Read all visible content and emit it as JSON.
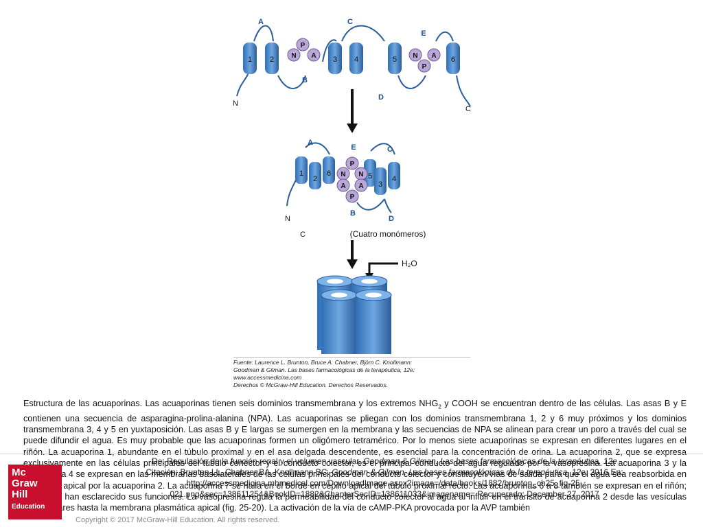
{
  "diagram": {
    "labels_top": [
      "A",
      "C",
      "E",
      "B",
      "D",
      "N",
      "C"
    ],
    "helix_numbers": [
      "1",
      "2",
      "3",
      "4",
      "5",
      "6"
    ],
    "npa_top_left": [
      "N",
      "P",
      "A"
    ],
    "npa_top_right": [
      "N",
      "P",
      "A"
    ],
    "mid_labels": [
      "A",
      "E",
      "C",
      "N",
      "B",
      "D",
      "C"
    ],
    "mid_helix_numbers": [
      "1",
      "2",
      "6",
      "5",
      "3",
      "4"
    ],
    "mid_npa": [
      "P",
      "N",
      "N",
      "A",
      "A",
      "P"
    ],
    "monomers_label": "(Cuatro monómeros)",
    "water_label": "H₂O"
  },
  "source": {
    "line1": "Fuente: Laurence L. Brunton, Bruce A. Chabner, Björn C. Knollmann:",
    "line2": "Goodman & Gilman. Las bases farmacológicas de la terapéutica, 12e:",
    "line3": "www.accessmedicina.com",
    "line4": "Derechos © McGraw-Hill Education. Derechos Reservados."
  },
  "caption": {
    "part1": "Estructura de las acuaporinas. Las acuaporinas tienen seis dominios transmembrana y los extremos NHG",
    "sub": "2",
    "part2": " y COOH se encuentran dentro de las células. Las asas B y E contienen una secuencia de asparagina-prolina-alanina (NPA). Las acuaporinas se pliegan con los dominios transmembrana 1, 2 y 6 muy próximos y los dominios transmembrana 3, 4 y 5 en yuxtaposición. Las asas B y E largas se sumergen en la membrana y las secuencias de NPA se alinean para crear un poro a través del cual se puede difundir el agua. Es muy probable que las acuaporinas formen un oligómero tetramérico. Por lo menos siete acuaporinas se expresan en diferentes lugares en el riñón. La acuaporina 1, abundante en el túbulo proximal y en el asa delgada descendente, es esencial para la concentración de orina. La acuaporina 2, que se expresa exclusivamente en las células principales del túbulo conector y el conducto colector, es el principal conducto del agua regulado por la vasopresina. La acuaporina 3 y la acuaporina 4 se expresan en las membranas basolaterales de las células principales del conducto colector y constituyen vías de salida para que el agua sea reabsorbida en la porción apical por la acuaporina 2. La acuaporina 7 se halla en el borde en cepillo apical del túbulo proximal recto. Las acuaporinas 6 a 8 también se expresan en el riñón; aún no se han esclarecido sus funciones. La vasopresina regula la permeabilidad del conducto colector al agua al influir en el tránsito de acuaporina 2 desde las vesículas intercelulares hasta la membrana plasmática apical (fig. 25-20). La activación de la vía de cAMP-PKA provocada por la AVP también"
  },
  "citation": {
    "line1_a": "De: Regulación de la función renal y el volumen vascular, ",
    "line1_b": "Goodman & Gilman. Las bases farmacológicas de la terapéutica, 12e",
    "line2_a": "Citación: Brunton LL, Chabner BA, Knollmann BC. ",
    "line2_b": "Goodman & Gilman. Las bases farmacológicas de la terapéutica, 12e;",
    "line2_c": " 2016 En:",
    "line3": "http://accessmedicina.mhmedical.com/DownloadImage.aspx?image=/data/books/1882/brunton_ch25_fig-25-",
    "line4": "021.png&sec=138611254&BookID=1882&ChapterSecID=138611033&imagename= Recuperado: December 27, 2017"
  },
  "logo": {
    "line1": "Mc",
    "line2": "Graw",
    "line3": "Hill",
    "line4": "Education"
  },
  "copyright": "Copyright © 2017 McGraw-Hill Education. All rights reserved."
}
